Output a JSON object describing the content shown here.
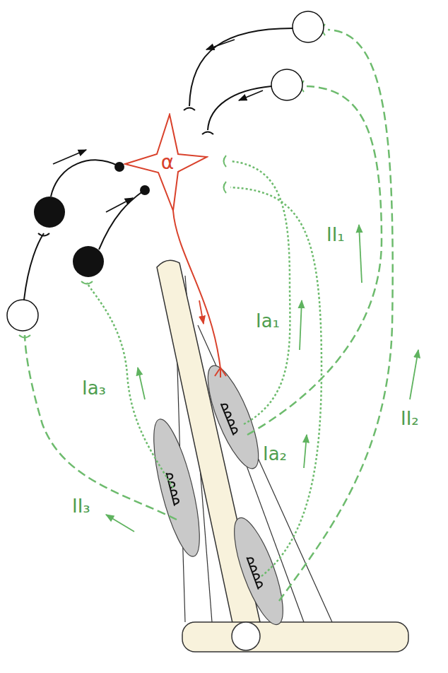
{
  "diagram": {
    "nodes": [
      {
        "text": [
          "α"
        ]
      }
    ],
    "labels": [
      "II₁",
      "Ia₁",
      "Ia₃",
      "Ia₂",
      "II₂",
      "II₃"
    ]
  }
}
